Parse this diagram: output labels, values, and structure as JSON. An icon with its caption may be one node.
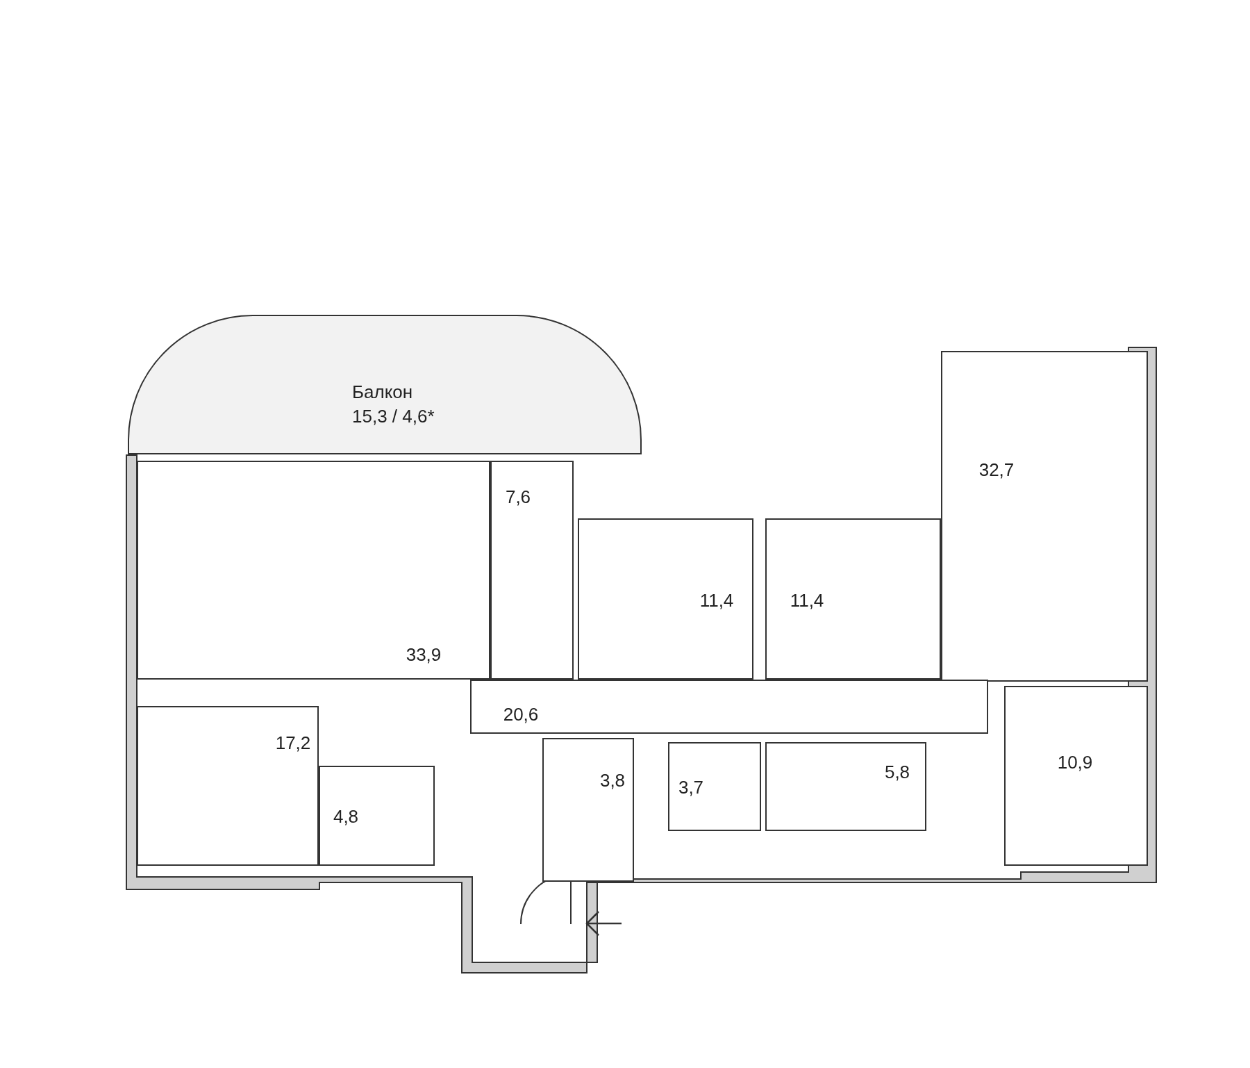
{
  "diagram": {
    "nodes": [
      {
        "text": [
          "Балкон",
          "15,3 / 4,6*"
        ]
      },
      {
        "text": [
          "7,6"
        ]
      },
      {
        "text": [
          "33,9"
        ]
      },
      {
        "text": [
          "11,4"
        ]
      },
      {
        "text": [
          "11,4"
        ]
      },
      {
        "text": [
          "32,7"
        ]
      },
      {
        "text": [
          "20,6"
        ]
      },
      {
        "text": [
          "17,2"
        ]
      },
      {
        "text": [
          "4,8"
        ]
      },
      {
        "text": [
          "3,8"
        ]
      },
      {
        "text": [
          "3,7"
        ]
      },
      {
        "text": [
          "5,8"
        ]
      },
      {
        "text": [
          "10,9"
        ]
      }
    ],
    "edges": []
  }
}
